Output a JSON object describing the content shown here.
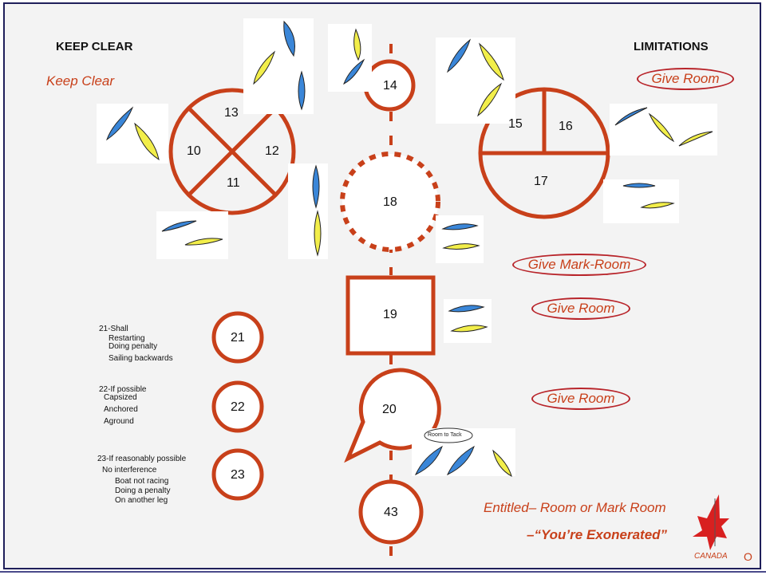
{
  "headings": {
    "keep_clear_title": "KEEP CLEAR",
    "keep_clear_sub": "Keep Clear",
    "limitations_title": "LIMITATIONS"
  },
  "rules": {
    "r10": "10",
    "r11": "11",
    "r12": "12",
    "r13": "13",
    "r14": "14",
    "r15": "15",
    "r16": "16",
    "r17": "17",
    "r18": "18",
    "r19": "19",
    "r20": "20",
    "r21": "21",
    "r22": "22",
    "r23": "23",
    "r43": "43"
  },
  "labels": {
    "give_room_top": "Give Room",
    "give_mark_room": "Give Mark-Room",
    "give_room_19": "Give Room",
    "give_room_20": "Give Room",
    "room_to_tack": "Room to Tack"
  },
  "notes": {
    "n21_title": "21-Shall",
    "n21_lines": [
      "Restarting",
      "Doing penalty",
      "Sailing backwards"
    ],
    "n22_title": "22-If possible",
    "n22_lines": [
      "Capsized",
      "Anchored",
      "Aground"
    ],
    "n23_title": "23-If reasonably possible",
    "n23_lines": [
      "No interference",
      "Boat not racing",
      "Doing a penalty",
      "On another leg"
    ]
  },
  "footer": {
    "entitled_word": "Entitled",
    "entitled_rest": "– Room or Mark Room",
    "exonerated": "–“You’re Exonerated”",
    "logo_text": "CANADA",
    "corner": "O"
  },
  "colors": {
    "symbol": "#c8401a",
    "ellipse_border": "#b8242a",
    "boat_blue": "#3a86d8",
    "boat_yellow": "#f2ee4a",
    "background": "#f3f3f3"
  }
}
